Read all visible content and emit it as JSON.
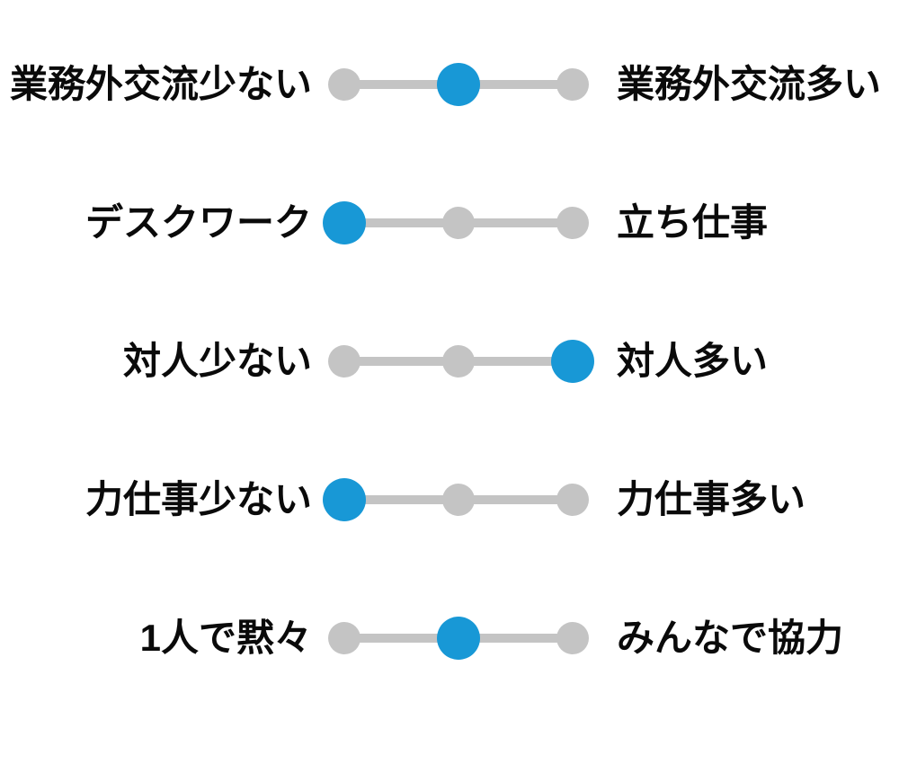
{
  "page": {
    "background": "#ffffff"
  },
  "colors": {
    "selected_dot": "#1898d6",
    "unselected_dot": "#c4c4c4",
    "track_line": "#c4c4c4",
    "label_text": "#0a0a0a"
  },
  "chart_data": {
    "type": "table",
    "title": "",
    "description": "Five bipolar 3-point slider scales; each row has a left pole label, a right pole label, and one selected point (1=left, 2=middle, 3=right).",
    "scale": {
      "points": 3,
      "min": 1,
      "max": 3
    },
    "rows": [
      {
        "left_label": "業務外交流少ない",
        "right_label": "業務外交流多い",
        "value": 2
      },
      {
        "left_label": "デスクワーク",
        "right_label": "立ち仕事",
        "value": 1
      },
      {
        "left_label": "対人少ない",
        "right_label": "対人多い",
        "value": 3
      },
      {
        "left_label": "力仕事少ない",
        "right_label": "力仕事多い",
        "value": 1
      },
      {
        "left_label": "1人で黙々",
        "right_label": "みんなで協力",
        "value": 2
      }
    ]
  }
}
